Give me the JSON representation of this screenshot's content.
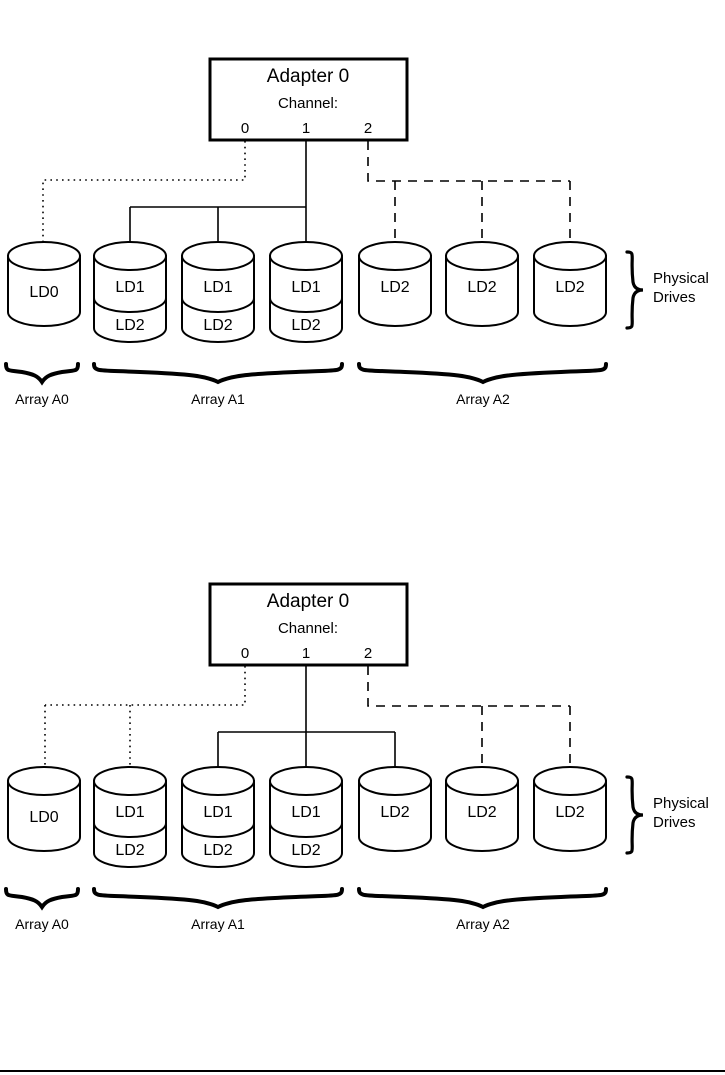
{
  "page": {
    "title": "RAID adapter logical drive to physical drive mapping",
    "background": "#ffffff",
    "line_color": "#000000"
  },
  "diagrams": [
    {
      "id": "diagram-top",
      "adapter": {
        "title": "Adapter 0",
        "subtitle": "Channel:",
        "channels": [
          {
            "label": "0",
            "style": "dotted"
          },
          {
            "label": "1",
            "style": "solid"
          },
          {
            "label": "2",
            "style": "dashed"
          }
        ]
      },
      "drives": [
        {
          "index": 0,
          "labels": [
            "LD0"
          ],
          "channel": "0",
          "style": "dotted",
          "double": false
        },
        {
          "index": 1,
          "labels": [
            "LD1",
            "LD2"
          ],
          "channel": "1",
          "style": "solid",
          "double": true
        },
        {
          "index": 2,
          "labels": [
            "LD1",
            "LD2"
          ],
          "channel": "1",
          "style": "solid",
          "double": true
        },
        {
          "index": 3,
          "labels": [
            "LD1",
            "LD2"
          ],
          "channel": "1",
          "style": "solid",
          "double": true
        },
        {
          "index": 4,
          "labels": [
            "LD2"
          ],
          "channel": "2",
          "style": "dashed",
          "double": false
        },
        {
          "index": 5,
          "labels": [
            "LD2"
          ],
          "channel": "2",
          "style": "dashed",
          "double": false
        },
        {
          "index": 6,
          "labels": [
            "LD2"
          ],
          "channel": "2",
          "style": "dashed",
          "double": false
        }
      ],
      "right_label": {
        "line1": "Physical",
        "line2": "Drives"
      },
      "arrays": [
        {
          "label": "Array A0",
          "drives": [
            0
          ]
        },
        {
          "label": "Array A1",
          "drives": [
            1,
            2,
            3
          ]
        },
        {
          "label": "Array A2",
          "drives": [
            4,
            5,
            6
          ]
        }
      ]
    },
    {
      "id": "diagram-bottom",
      "adapter": {
        "title": "Adapter 0",
        "subtitle": "Channel:",
        "channels": [
          {
            "label": "0",
            "style": "dotted"
          },
          {
            "label": "1",
            "style": "solid"
          },
          {
            "label": "2",
            "style": "dashed"
          }
        ]
      },
      "drives": [
        {
          "index": 0,
          "labels": [
            "LD0"
          ],
          "channel": "0",
          "style": "dotted",
          "double": false
        },
        {
          "index": 1,
          "labels": [
            "LD1",
            "LD2"
          ],
          "channel": "0",
          "style": "dotted",
          "double": true
        },
        {
          "index": 2,
          "labels": [
            "LD1",
            "LD2"
          ],
          "channel": "1",
          "style": "solid",
          "double": true
        },
        {
          "index": 3,
          "labels": [
            "LD1",
            "LD2"
          ],
          "channel": "1",
          "style": "solid",
          "double": true
        },
        {
          "index": 4,
          "labels": [
            "LD2"
          ],
          "channel": "1",
          "style": "solid",
          "double": false
        },
        {
          "index": 5,
          "labels": [
            "LD2"
          ],
          "channel": "2",
          "style": "dashed",
          "double": false
        },
        {
          "index": 6,
          "labels": [
            "LD2"
          ],
          "channel": "2",
          "style": "dashed",
          "double": false
        }
      ],
      "right_label": {
        "line1": "Physical",
        "line2": "Drives"
      },
      "arrays": [
        {
          "label": "Array A0",
          "drives": [
            0
          ]
        },
        {
          "label": "Array A1",
          "drives": [
            1,
            2,
            3
          ]
        },
        {
          "label": "Array A2",
          "drives": [
            4,
            5,
            6
          ]
        }
      ]
    }
  ]
}
